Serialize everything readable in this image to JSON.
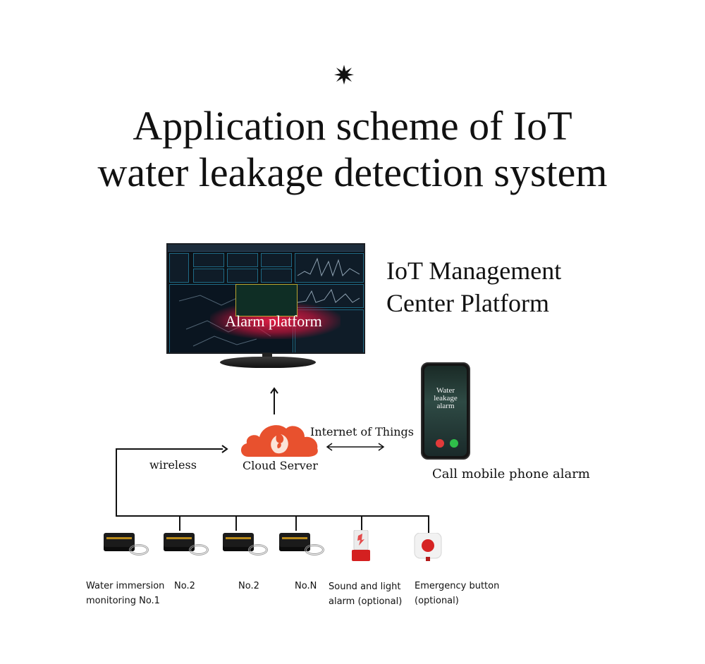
{
  "title": {
    "line1": "Application scheme of IoT",
    "line2": "water leakage detection system"
  },
  "platform": {
    "label_line1": "IoT Management",
    "label_line2": "Center Platform",
    "screen_text": "Alarm platform"
  },
  "cloud": {
    "label": "Cloud Server",
    "link_left_label": "wireless",
    "link_right_label": "Internet of Things"
  },
  "phone": {
    "screen_text": "Water leakage alarm",
    "caption": "Call mobile phone alarm"
  },
  "devices": [
    {
      "label_line1": "Water immersion",
      "label_line2": "monitoring No.1",
      "icon": "water-sensor-icon"
    },
    {
      "label_line1": "No.2",
      "label_line2": "",
      "icon": "water-sensor-icon"
    },
    {
      "label_line1": "No.2",
      "label_line2": "",
      "icon": "water-sensor-icon"
    },
    {
      "label_line1": "No.N",
      "label_line2": "",
      "icon": "water-sensor-icon"
    },
    {
      "label_line1": "Sound and light",
      "label_line2": "alarm (optional)",
      "icon": "siren-icon"
    },
    {
      "label_line1": "Emergency button",
      "label_line2": "(optional)",
      "icon": "emergency-button-icon"
    }
  ],
  "colors": {
    "cloud": "#e8512e",
    "alarm_glow": "#e81e46",
    "siren_red": "#d42020",
    "wire": "#111111"
  }
}
